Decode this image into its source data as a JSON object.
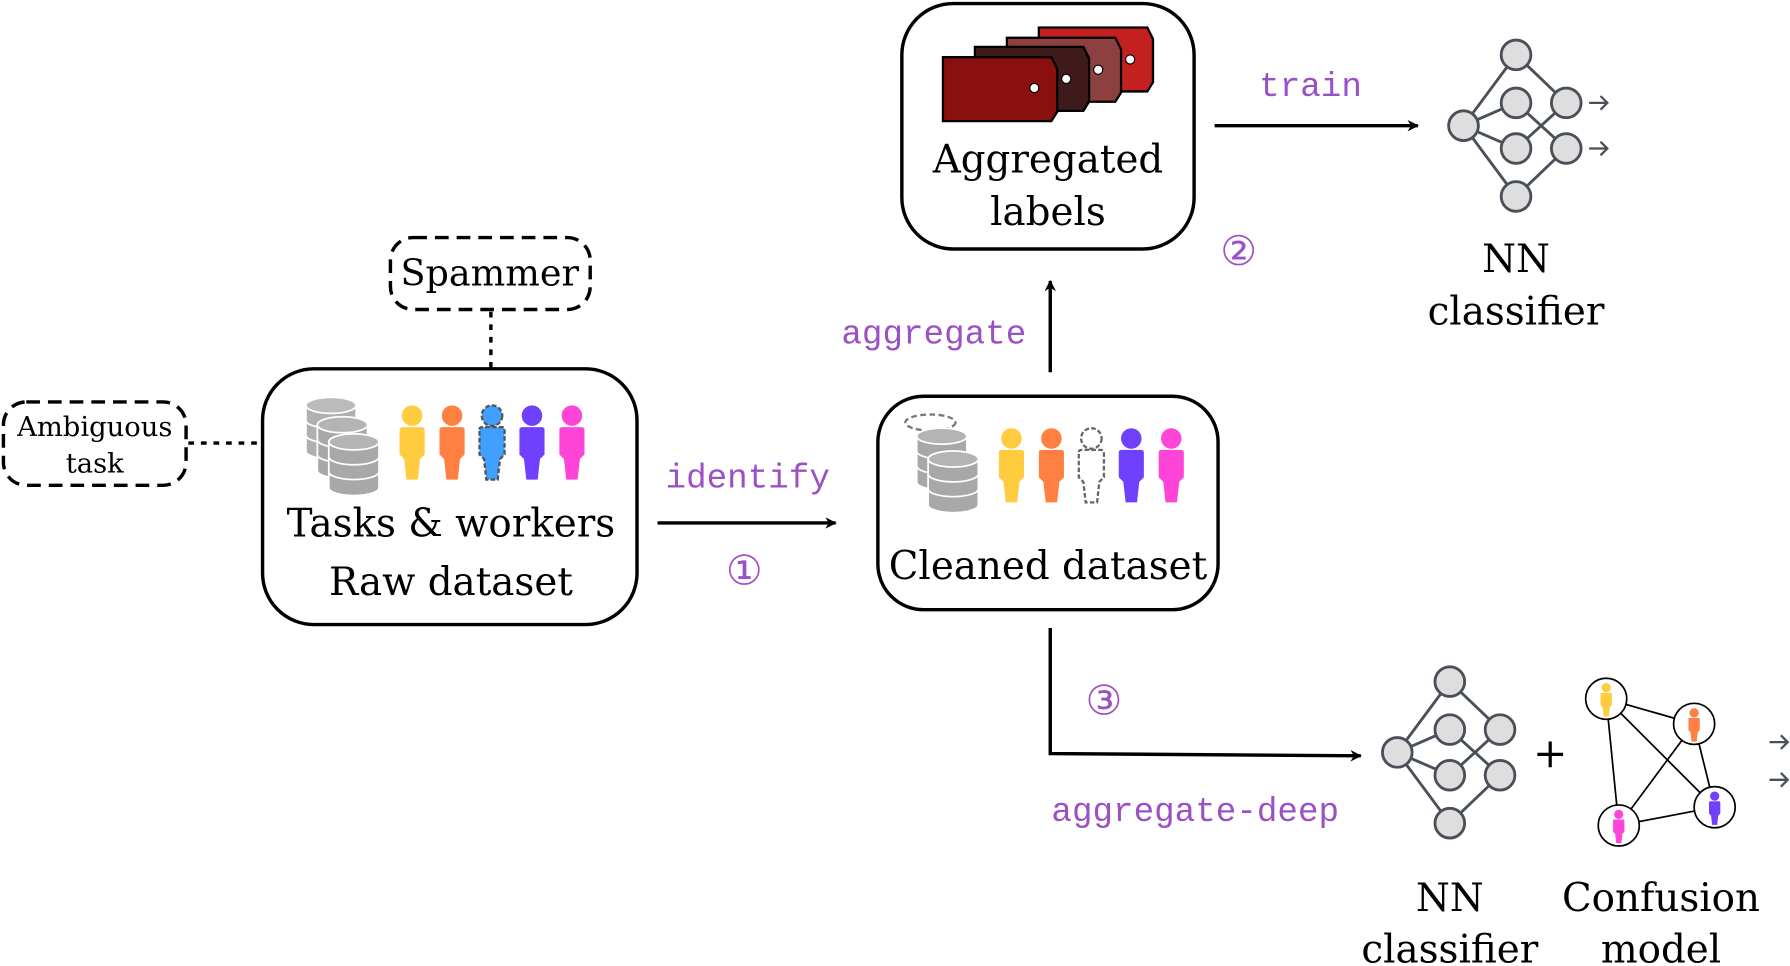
{
  "nodes": {
    "ambiguous_task": [
      "Ambiguous",
      "task"
    ],
    "spammer": "Spammer",
    "raw_dataset": [
      "Tasks & workers",
      "Raw dataset"
    ],
    "cleaned_dataset": "Cleaned dataset",
    "aggregated_labels": [
      "Aggregated",
      "labels"
    ],
    "nn_classifier_top": [
      "NN",
      "classifier"
    ],
    "nn_classifier_bottom": [
      "NN",
      "classifier"
    ],
    "confusion_model": [
      "Confusion",
      "model"
    ]
  },
  "edges": {
    "identify": "identify",
    "aggregate": "aggregate",
    "train": "train",
    "aggregate_deep": "aggregate-deep",
    "plus": "+"
  },
  "steps": {
    "one": "①",
    "two": "②",
    "three": "③"
  },
  "colors": {
    "accent_text": "#9b50c4",
    "worker_yellow": "#ffcc40",
    "worker_orange": "#ff8040",
    "worker_blue": "#40a0ff",
    "worker_purple": "#7040ff",
    "worker_pink": "#ff44d8",
    "db_gray": "#a8a8a8",
    "nn_stroke": "#4a5058",
    "nn_fill": "#dedede"
  }
}
